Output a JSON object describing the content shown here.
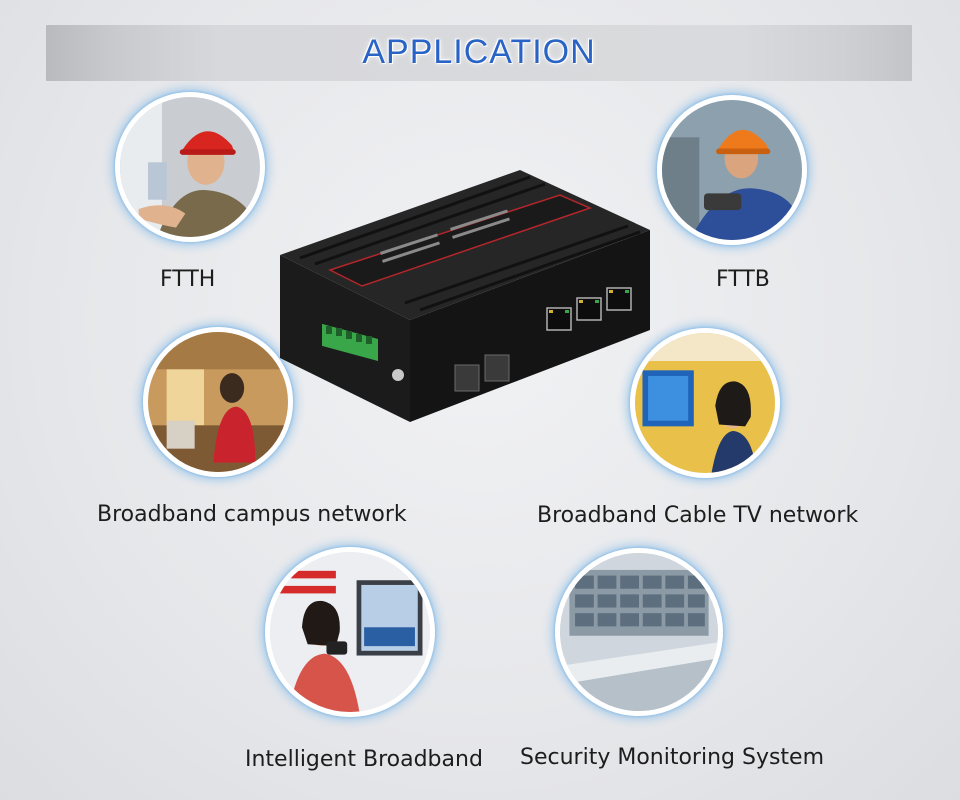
{
  "header": {
    "title": "APPLICATION"
  },
  "applications": [
    {
      "label": "FTTH",
      "icon": "worker-red-helmet-photo"
    },
    {
      "label": "FTTB",
      "icon": "technician-orange-helmet-photo"
    },
    {
      "label": "Broadband campus network",
      "icon": "student-room-photo"
    },
    {
      "label": "Broadband Cable TV network",
      "icon": "woman-screen-photo"
    },
    {
      "label": "Intelligent Broadband",
      "icon": "woman-phone-tv-photo"
    },
    {
      "label": "Security Monitoring System",
      "icon": "control-room-photo"
    }
  ],
  "colors": {
    "title": "#2a63c6",
    "glow": "#9fc8ea",
    "device": "#1a1a1a",
    "terminal": "#3aa64a"
  }
}
